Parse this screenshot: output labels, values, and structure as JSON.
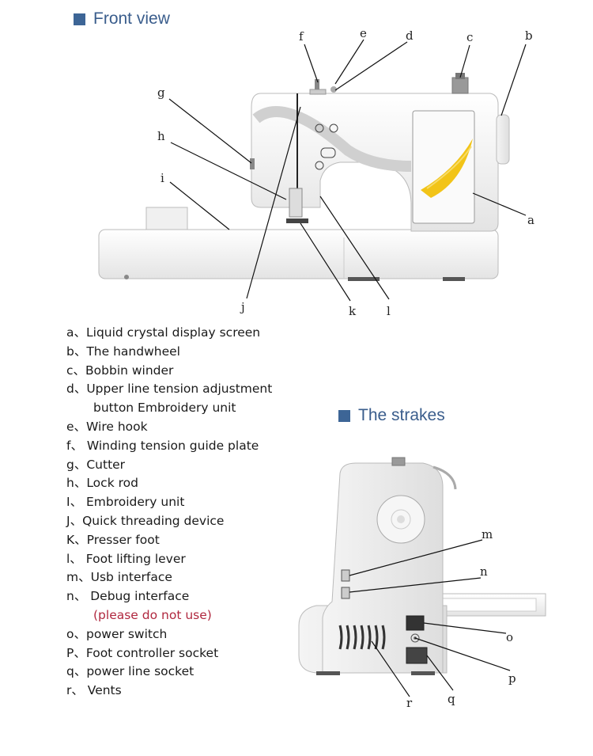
{
  "titles": {
    "front": "Front view",
    "strakes": "The strakes"
  },
  "callouts": {
    "front": [
      "a",
      "b",
      "c",
      "d",
      "e",
      "f",
      "g",
      "h",
      "i",
      "j",
      "k",
      "l"
    ],
    "strakes": [
      "m",
      "n",
      "o",
      "p",
      "q",
      "r"
    ]
  },
  "legend": [
    "a、Liquid crystal display screen",
    "b、The handwheel",
    "c、Bobbin winder",
    "d、Upper line tension adjustment",
    "button Embroidery unit",
    "e、Wire hook",
    "f、 Winding tension guide plate",
    "g、Cutter",
    "h、Lock rod",
    "I、 Embroidery unit",
    "J、Quick threading device",
    "K、Presser foot",
    "l、 Foot lifting lever",
    "m、Usb interface",
    "n、 Debug interface",
    "(please do not use)",
    "o、power switch",
    "P、Foot controller socket",
    "q、power line socket",
    "r、 Vents"
  ],
  "colors": {
    "title_blue": "#3a5d8c",
    "note_red": "#b0283f",
    "screen_yellow": "#f2c418"
  }
}
